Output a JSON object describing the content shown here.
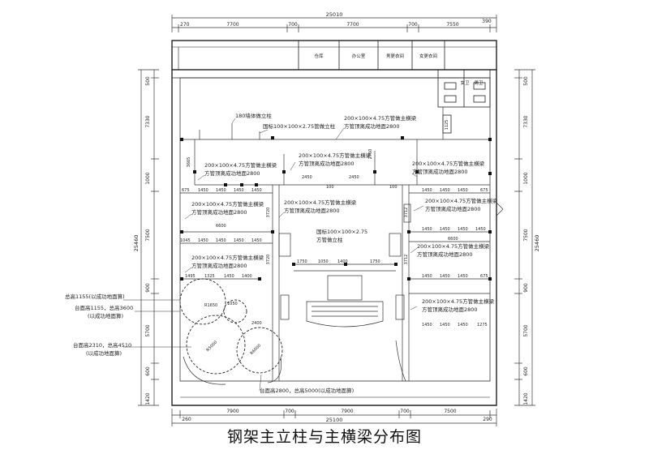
{
  "title": "钢架主立柱与主横梁分布图",
  "dims": {
    "top_total": "25010",
    "top": [
      "270",
      "7700",
      "700",
      "7700",
      "700",
      "7550",
      "390"
    ],
    "bottom_total": "25100",
    "bottom": [
      "260",
      "7900",
      "700",
      "7900",
      "700",
      "7500",
      "290"
    ],
    "left": [
      "500",
      "7330",
      "1000",
      "7500",
      "900",
      "5700",
      "600",
      "1420"
    ],
    "right": [
      "500",
      "7330",
      "1000",
      "7500",
      "900",
      "5700",
      "600",
      "1420"
    ],
    "height_left": "25460",
    "height_right": "25460"
  },
  "rooms": {
    "warehouse": "仓库",
    "office": "办公室",
    "men_dressing": "男更衣间",
    "women_dressing": "女更衣间",
    "female_wc": "女卫",
    "male_wc": "男卫"
  },
  "labels": {
    "col_180": "180墙体做立柱",
    "col_gb": "国标100×100×2.75管做立柱",
    "beam_line1": "200×100×4.75方管做主横梁",
    "beam_line2": "方管顶离成功地面2800",
    "center_col_line1": "国标100×100×2.75",
    "center_col_line2": "方管做立柱",
    "d1155": "总高1155(以成功地面算)",
    "d3600_line1": "台面高1155，总高3600",
    "d3600_line2": "(以成功地面算)",
    "d4510_line1": "台面高2310，总高4510",
    "d4510_line2": "(以成功地面算)",
    "d5000": "台面高2800，总高5000(以成功地面算)"
  },
  "small_dims": {
    "d3665": "3665",
    "d2760": "2760",
    "d3720": "3720",
    "d3712": "3712",
    "d1125": "1125",
    "d6600": "6600",
    "d1045": "1045",
    "d1450": "1450",
    "d1495": "1495",
    "d1325": "1325",
    "d1400": "1400",
    "d1275": "1275",
    "d2450": "2450",
    "d1750": "1750",
    "d100": "100",
    "d1050": "1050",
    "d2400": "2400",
    "d675": "675",
    "r1650": "R1650",
    "r5000": "R5000",
    "r6000": "R6000"
  }
}
